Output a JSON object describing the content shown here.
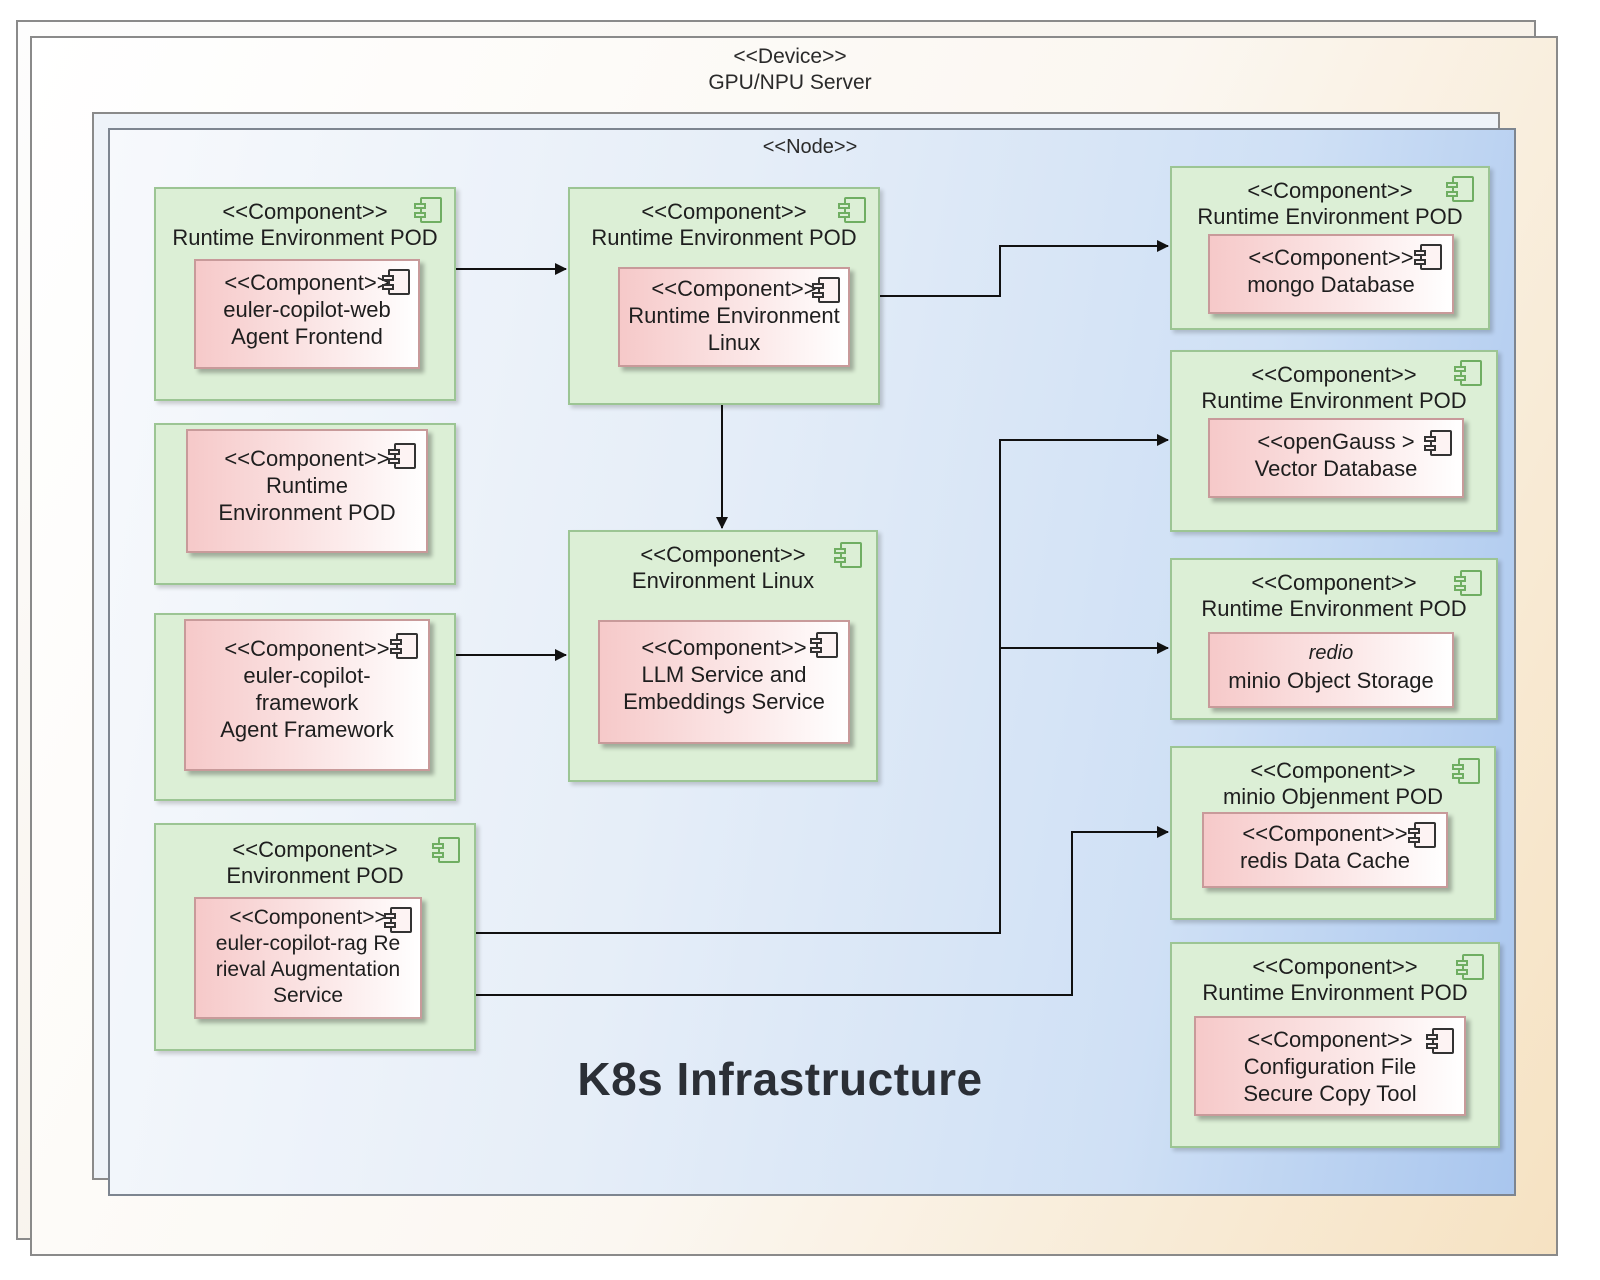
{
  "device": {
    "stereotype": "<<Device>>",
    "name": "GPU/NPU Server"
  },
  "node": {
    "stereotype": "<<Node>>"
  },
  "title": "K8s Infrastructure",
  "pods": {
    "web": {
      "title": [
        "<<Component>>",
        "Runtime Environment POD"
      ],
      "inner": [
        "<<Component>>",
        "euler-copilot-web",
        "Agent Frontend"
      ]
    },
    "runtime_linux": {
      "title": [
        "<<Component>>",
        "Runtime Environment POD"
      ],
      "inner": [
        "<<Component>>",
        "Runtime Environment",
        "Linux"
      ]
    },
    "runtime_pod": {
      "inner": [
        "<<Component>>",
        "Runtime",
        "Environment POD"
      ]
    },
    "framework": {
      "inner": [
        "<<Component>>",
        "euler-copilot-",
        "framework",
        "Agent Framework"
      ]
    },
    "env_linux": {
      "title": [
        "<<Component>>",
        "Environment Linux"
      ],
      "inner": [
        "<<Component>>",
        "LLM Service and",
        "Embeddings Service"
      ]
    },
    "rag": {
      "title": [
        "<<Component>>",
        "Environment POD"
      ],
      "inner": [
        "<<Component>>",
        "euler-copilot-rag Re",
        "rieval Augmentation",
        "Service"
      ]
    },
    "mongo": {
      "title": [
        "<<Component>>",
        "Runtime Environment POD"
      ],
      "inner": [
        "<<Component>>",
        "mongo Database"
      ]
    },
    "opengauss": {
      "title": [
        "<<Component>>",
        "Runtime Environment POD"
      ],
      "inner": [
        "<<openGauss >",
        "Vector Database"
      ]
    },
    "minio": {
      "title": [
        "<<Component>>",
        "Runtime Environment POD"
      ],
      "inner": [
        "redio",
        "minio Object Storage"
      ]
    },
    "redis": {
      "title": [
        "<<Component>>",
        "minio Objenment POD"
      ],
      "inner": [
        "<<Component>>",
        "redis Data Cache"
      ]
    },
    "config": {
      "title": [
        "<<Component>>",
        "Runtime Environment POD"
      ],
      "inner": [
        "<<Component>>",
        "Configuration File",
        "Secure Copy Tool"
      ]
    }
  }
}
